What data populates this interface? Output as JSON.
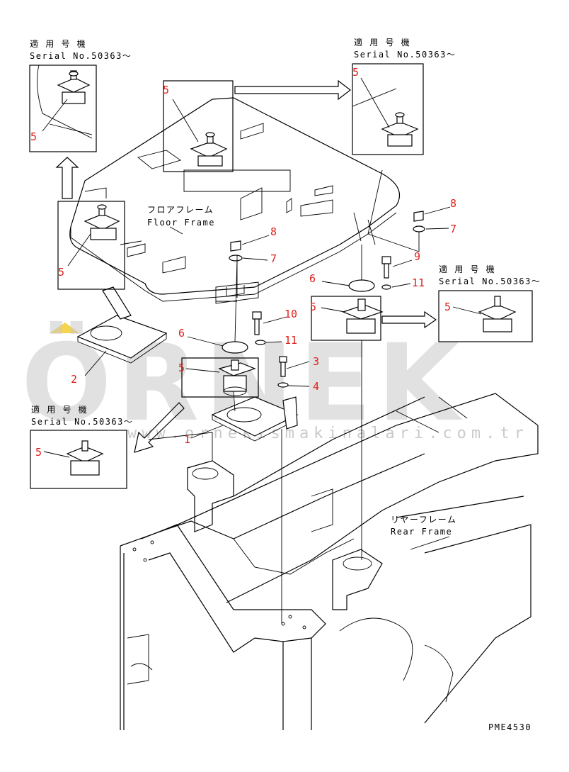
{
  "drawing_code": "PME4530",
  "serial_note": {
    "jp": "適 用 号 機",
    "en": "Serial No.50363～"
  },
  "frame_labels": {
    "floor_jp": "フロアフレーム",
    "floor_en": "Floor Frame",
    "rear_jp": "リヤーフレーム",
    "rear_en": "Rear Frame"
  },
  "watermark": {
    "big": "ÖRNEK",
    "url": "www.ornekismakinalari.com.tr"
  },
  "part_numbers": [
    "1",
    "2",
    "3",
    "4",
    "5",
    "6",
    "7",
    "8",
    "9",
    "10",
    "11"
  ],
  "colors": {
    "line": "#000000",
    "callout": "#e0201a",
    "watermark": "#c9c9c9",
    "watermark_accent": "#f2c200"
  }
}
